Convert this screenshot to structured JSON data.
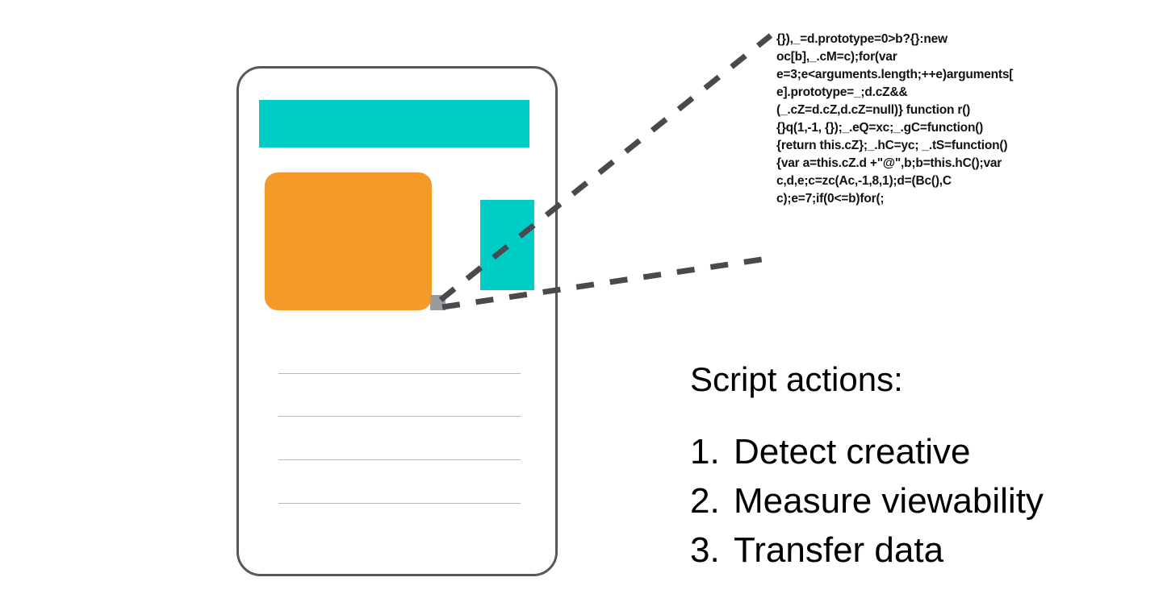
{
  "device": {
    "name": "phone-mockup",
    "frame_color": "#58585c",
    "blocks": [
      {
        "id": "banner-creative",
        "color": "#00cdc5",
        "shape": "rectangle"
      },
      {
        "id": "main-creative",
        "color": "#f49a26",
        "shape": "rounded-rectangle"
      },
      {
        "id": "side-creative",
        "color": "#00cdc5",
        "shape": "rectangle"
      }
    ],
    "content_lines": 4,
    "content_line_color": "#b9b9bd",
    "pixel_marker": {
      "id": "tracking-pixel",
      "color": "#9b9b9e"
    }
  },
  "leader_lines": {
    "color": "#4a4a4e",
    "style": "dashed",
    "count": 2
  },
  "code": {
    "label": "tracking-script-snippet",
    "text": "{}),_=d.prototype=0>b?{}:new oc[b],_.cM=c);for(var e=3;e<arguments.length;++e)arguments[e].prototype=_;d.cZ&&(_.cZ=d.cZ,d.cZ=null)} function r(){}q(1,-1, {});_.eQ=xc;_.gC=function() {return this.cZ};_.hC=yc; _.tS=function(){var a=this.cZ.d +\"@\",b;b=this.hC();var c,d,e;c=zc(Ac,-1,8,1);d=(Bc(),C c);e=7;if(0<=b)for(;"
  },
  "actions": {
    "title": "Script actions:",
    "items": [
      {
        "num": "1.",
        "label": "Detect creative"
      },
      {
        "num": "2.",
        "label": "Measure viewability"
      },
      {
        "num": "3.",
        "label": "Transfer data"
      }
    ]
  }
}
